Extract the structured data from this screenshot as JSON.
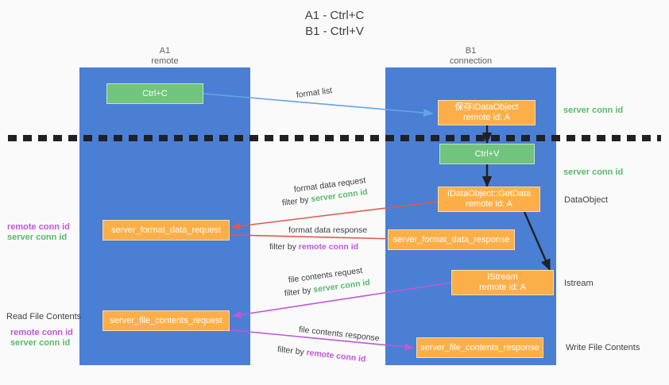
{
  "title": "A1 - Ctrl+C\nB1 - Ctrl+V",
  "lanes": [
    {
      "name": "A1",
      "sub": "remote"
    },
    {
      "name": "B1",
      "sub": "connection"
    }
  ],
  "nodes": {
    "ctrl_c": {
      "label": "Ctrl+C"
    },
    "save_idataobject": {
      "line1": "保存IDataObject",
      "line2": "remote id: A"
    },
    "ctrl_v": {
      "label": "Ctrl+V"
    },
    "getdata": {
      "line1": "IDataObject::GetData",
      "line2": "remote id: A"
    },
    "format_data_request": {
      "label": "server_format_data_request"
    },
    "format_data_response": {
      "label": "server_format_data_response"
    },
    "istream": {
      "line1": "IStream",
      "line2": "remote id: A"
    },
    "file_contents_request": {
      "label": "server_file_contents_request"
    },
    "file_contents_response": {
      "label": "server_file_contents_response"
    }
  },
  "edge_labels": {
    "format_list": "format list",
    "format_data_request": "format data request",
    "format_data_request_filter_prefix": "filter by ",
    "format_data_request_filter_value": "server conn id",
    "format_data_response": "format data response",
    "format_data_response_filter_prefix": "filter by ",
    "format_data_response_filter_value": "remote conn id",
    "file_contents_request": "file contents request",
    "file_contents_request_filter_prefix": "filter by ",
    "file_contents_request_filter_value": "server conn id",
    "file_contents_response": "file contents response",
    "file_contents_response_filter_prefix": "filter by ",
    "file_contents_response_filter_value": "remote conn id"
  },
  "right_labels": {
    "server_conn_id_top": "server conn id",
    "server_conn_id_mid": "server conn id",
    "dataobject": "DataObject",
    "istream": "Istream",
    "write_file_contents": "Write File Contents"
  },
  "left_labels": {
    "remote_conn_id_top": "remote conn id",
    "server_conn_id_top": "server conn id",
    "read_file_contents": "Read File Contents",
    "remote_conn_id_bottom": "remote conn id",
    "server_conn_id_bottom": "server conn id"
  },
  "colors": {
    "lane": "#4a7fd4",
    "green_node": "#71c47d",
    "orange_node": "#fcaf48",
    "green_text": "#59b96b",
    "purple_text": "#c256d8",
    "red_arrow": "#e2584d",
    "blue_arrow": "#63a5e8",
    "magenta_arrow": "#c256d8",
    "black_arrow": "#202124",
    "background": "#fafafa"
  }
}
